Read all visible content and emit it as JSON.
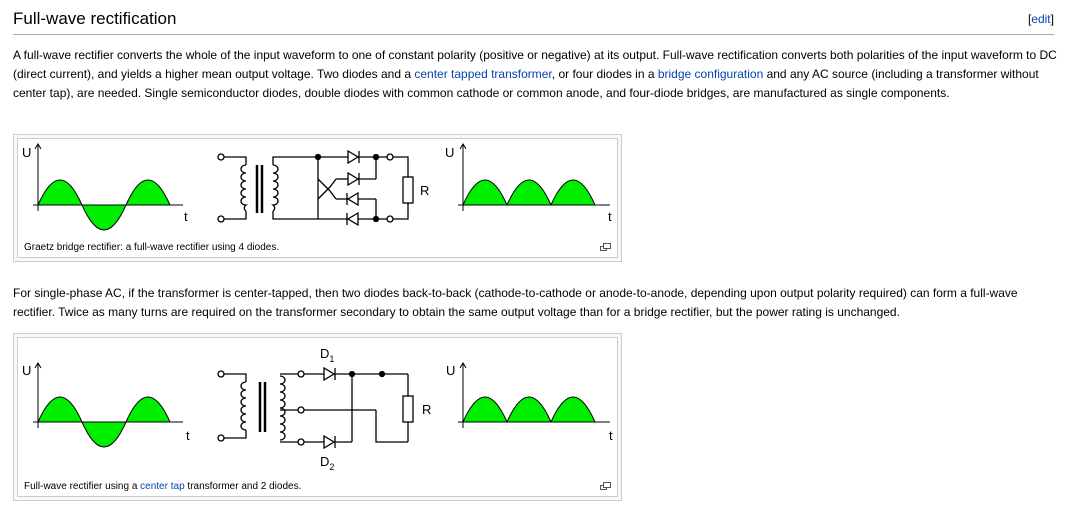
{
  "section": {
    "title": "Full-wave rectification",
    "edit_open": "[",
    "edit_label": "edit",
    "edit_close": "]"
  },
  "para1": {
    "t1": "A full-wave rectifier converts the whole of the input waveform to one of constant polarity (positive or negative) at its output. Full-wave rectification converts both polarities of the input waveform to DC (direct current), and yields a higher mean output voltage. Two diodes and a ",
    "link1": "center tapped transformer",
    "t2": ", or four diodes in a ",
    "link2": "bridge configuration",
    "t3": " and any AC source (including a transformer without center tap), are needed. Single semiconductor diodes, double diodes with common cathode or common anode, and four-diode bridges, are manufactured as single components."
  },
  "figure1": {
    "caption": "Graetz bridge rectifier: a full-wave rectifier using 4 diodes.",
    "u_label": "U",
    "t_label": "t",
    "r_label": "R",
    "magnify_icon": "magnify-icon"
  },
  "para2": {
    "text": "For single-phase AC, if the transformer is center-tapped, then two diodes back-to-back (cathode-to-cathode or anode-to-anode, depending upon output polarity required) can form a full-wave rectifier. Twice as many turns are required on the transformer secondary to obtain the same output voltage than for a bridge rectifier, but the power rating is unchanged."
  },
  "figure2": {
    "caption_t1": "Full-wave rectifier using a ",
    "caption_link": "center tap",
    "caption_t2": " transformer and 2 diodes.",
    "u_label": "U",
    "t_label": "t",
    "r_label": "R",
    "d1_main": "D",
    "d1_sub": "1",
    "d2_main": "D",
    "d2_sub": "2",
    "magnify_icon": "magnify-icon"
  },
  "colors": {
    "wave_fill": "#00ee00",
    "link": "#0645ad",
    "rule": "#aaaaaa"
  }
}
